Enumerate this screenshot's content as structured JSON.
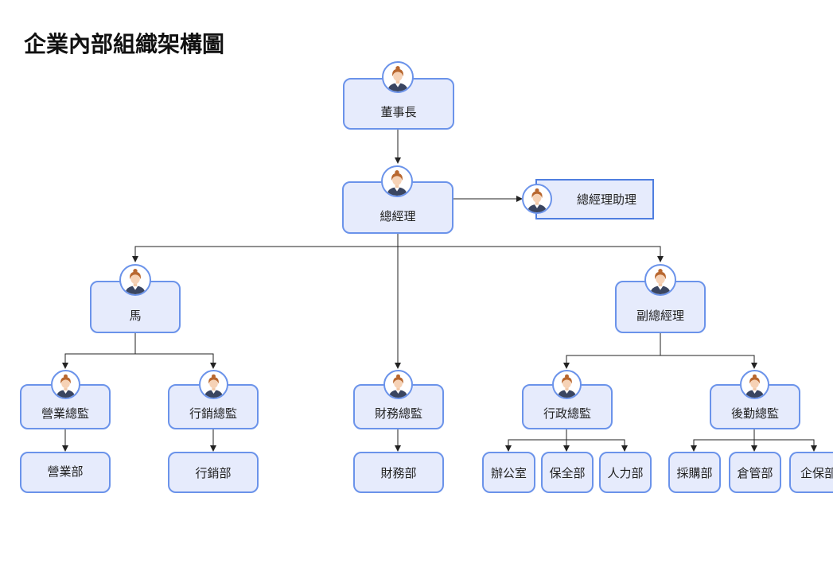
{
  "title": "企業內部組織架構圖",
  "nodes": {
    "chairman": "董事長",
    "gm": "總經理",
    "gm_assistant": "總經理助理",
    "ma": "馬",
    "deputy_gm": "副總經理",
    "sales_director": "營業總監",
    "marketing_director": "行銷總監",
    "finance_director": "財務總監",
    "admin_director": "行政總監",
    "logistics_director": "後勤總監",
    "sales_dept": "營業部",
    "marketing_dept": "行銷部",
    "finance_dept": "財務部",
    "office": "辦公室",
    "security_dept": "保全部",
    "hr_dept": "人力部",
    "purchasing_dept": "採購部",
    "warehouse_dept": "倉管部",
    "enterprise_security_dept": "企保部"
  },
  "colors": {
    "node_fill": "#e6ebfc",
    "node_border": "#6b93ea",
    "connector": "#222222"
  },
  "icon": "person-avatar-icon"
}
